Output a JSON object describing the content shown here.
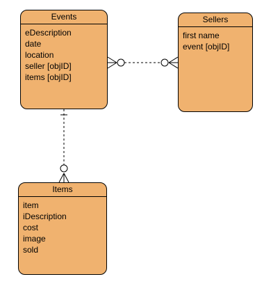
{
  "diagram": {
    "entities": {
      "events": {
        "title": "Events",
        "attributes": [
          "eDescription",
          "date",
          "location",
          "seller [objID]",
          "items [objID]"
        ]
      },
      "sellers": {
        "title": "Sellers",
        "attributes": [
          "first name",
          "event [objID]"
        ]
      },
      "items": {
        "title": "Items",
        "attributes": [
          "item",
          "iDescription",
          "cost",
          "image",
          "sold"
        ]
      }
    },
    "relationships": [
      {
        "from": "Events",
        "to": "Sellers",
        "from_end": "zero-or-many",
        "to_end": "zero-or-many",
        "line_style": "dashed"
      },
      {
        "from": "Events",
        "to": "Items",
        "from_end": "one",
        "to_end": "zero-or-many",
        "line_style": "dashed"
      }
    ],
    "colors": {
      "entity_fill": "#f0b26f",
      "stroke": "#000000"
    }
  }
}
